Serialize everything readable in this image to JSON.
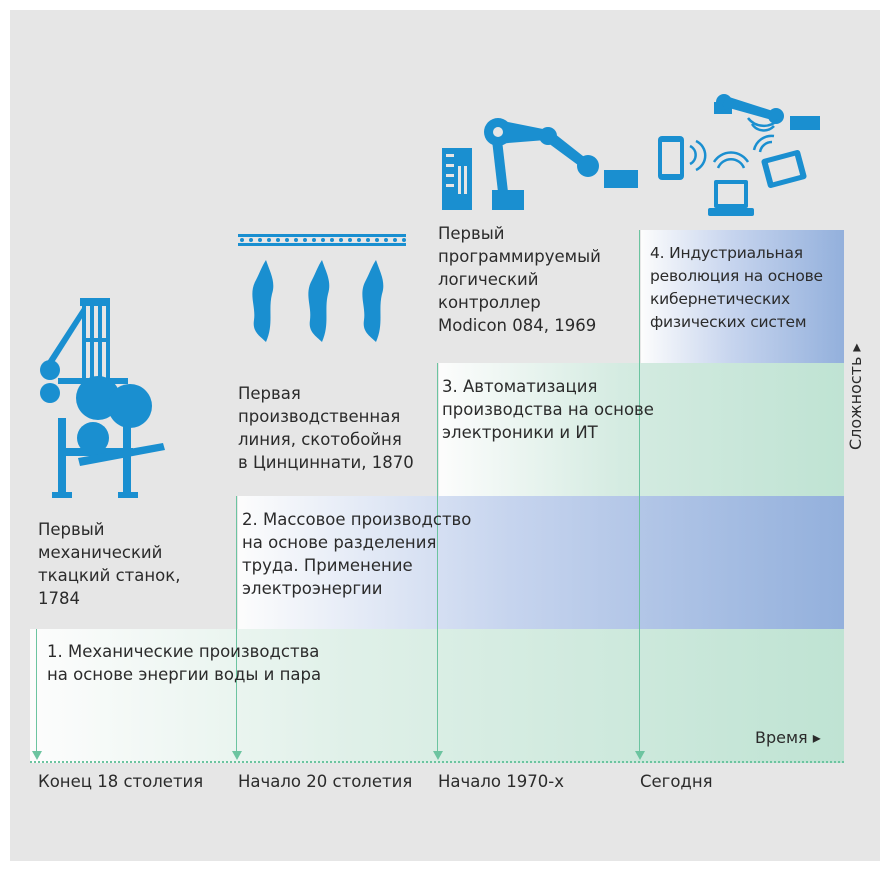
{
  "stages": [
    {
      "text": "1. Механические производства\nна основе энергии воды и пара"
    },
    {
      "text": "2. Массовое производство\nна основе разделения\nтруда. Применение\nэлектроэнергии"
    },
    {
      "text": "3. Автоматизация\nпроизводства на основе\nэлектроники и ИТ"
    },
    {
      "text": "4. Индустриальная\nреволюция на основе\nкибернетических\nфизических систем"
    }
  ],
  "milestones": [
    {
      "text": "Первый\nмеханический\nткацкий станок,\n1784"
    },
    {
      "text": "Первая\nпроизводственная\nлиния, скотобойня\nв Цинциннати, 1870"
    },
    {
      "text": "Первый\nпрограммируемый\nлогический\nконтроллер\nModicon 084, 1969"
    }
  ],
  "axes": {
    "time_label": "Время ▸",
    "complexity_label": "Сложность ▸"
  },
  "eras": [
    "Конец 18 столетия",
    "Начало 20 столетия",
    "Начало 1970-х",
    "Сегодня"
  ],
  "icons": [
    "loom-icon",
    "conveyor-carcass-icon",
    "robot-arm-plc-icon",
    "cyber-physical-devices-icon"
  ],
  "colors": {
    "icon_blue": "#1a8fd0",
    "green_band": "#bfe3d3",
    "blue_band": "#93b0dc",
    "axis_green": "#6cc4a0",
    "background": "#e6e6e6"
  }
}
